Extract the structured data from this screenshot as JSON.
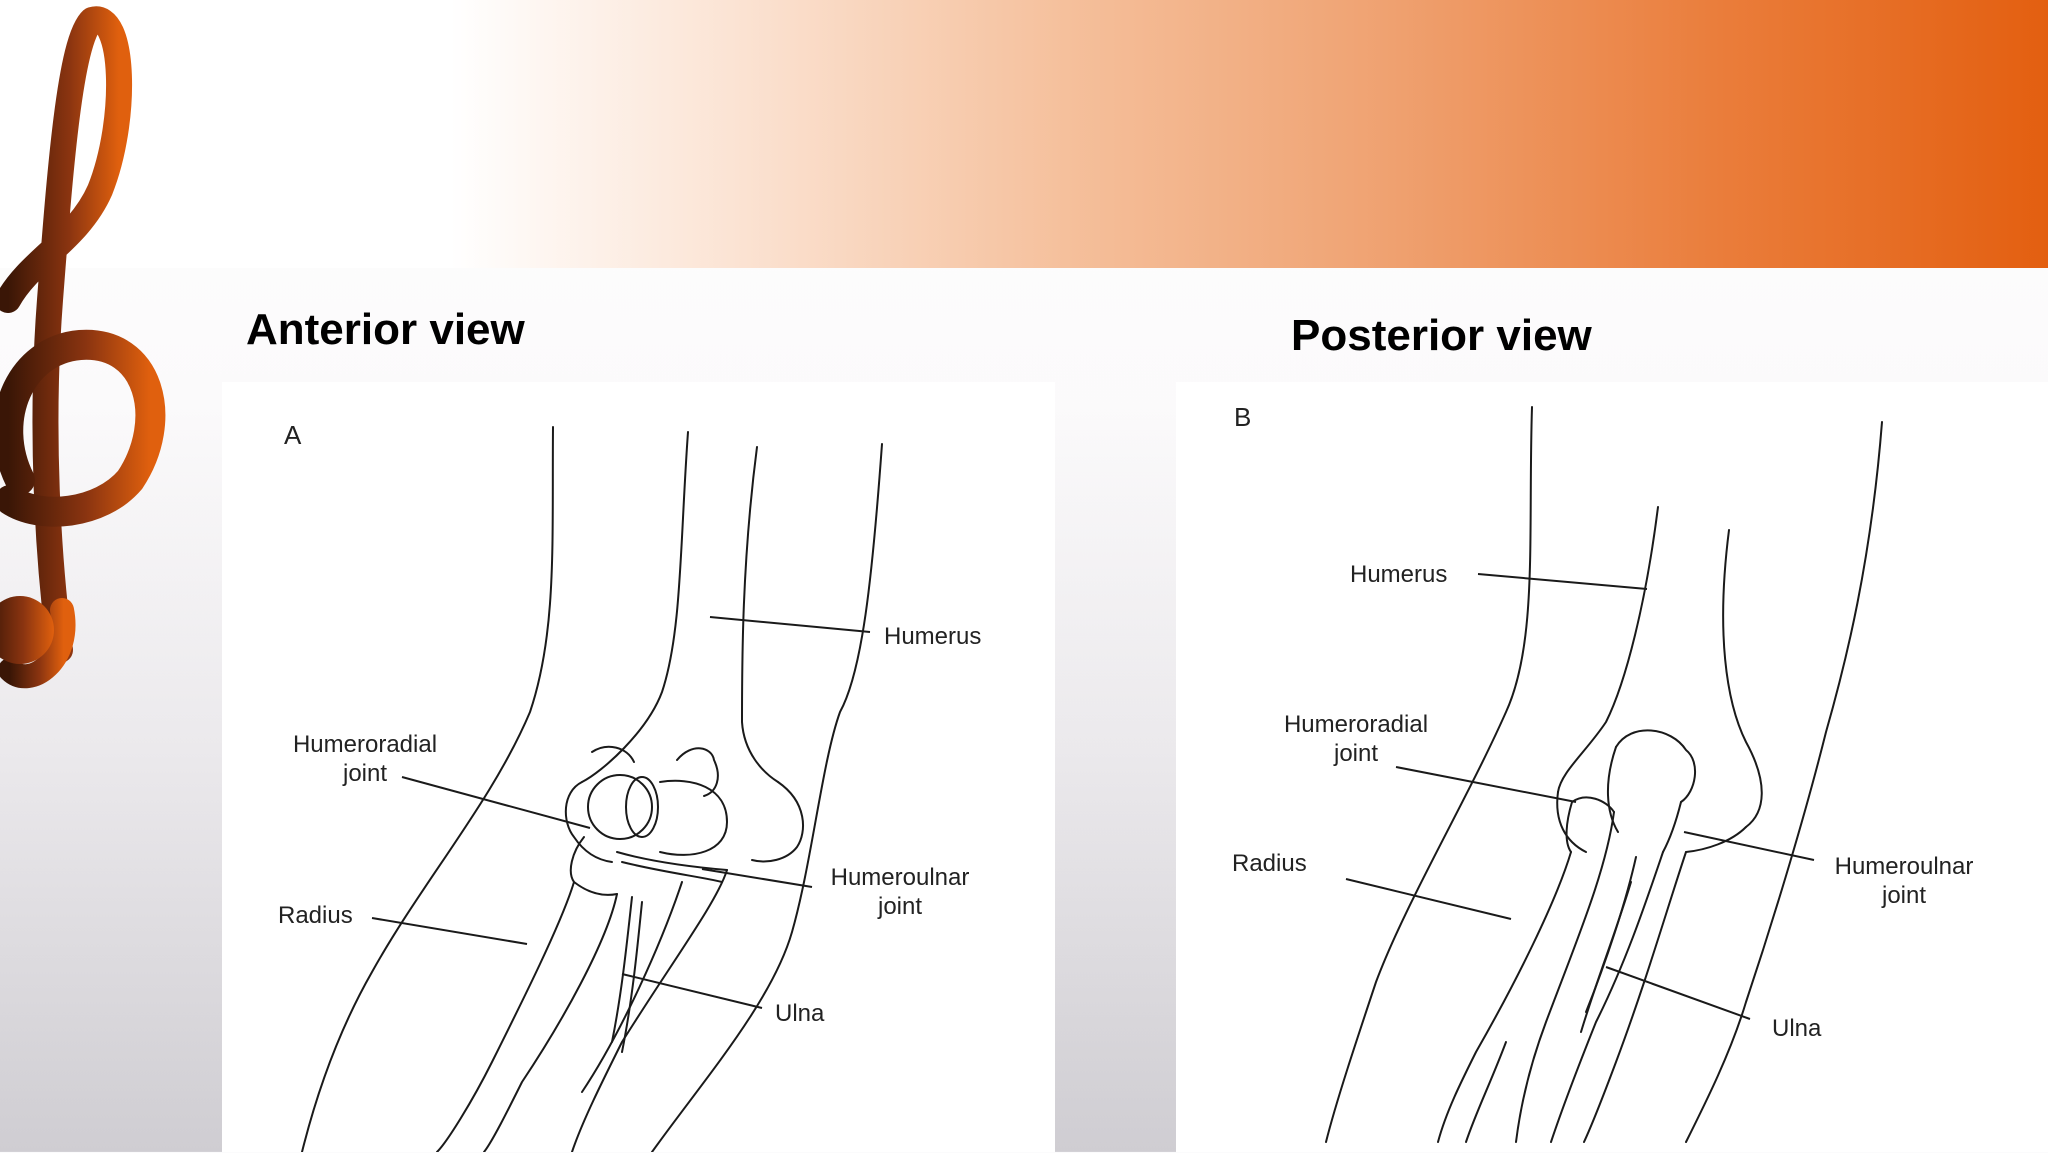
{
  "slide": {
    "colors": {
      "band_start": "#ffffff",
      "band_end": "#e35f10",
      "clef_dark": "#3a1606",
      "clef_light": "#e0600e"
    },
    "decor_icon": "treble-clef-icon"
  },
  "anterior": {
    "title": "Anterior view",
    "panel_letter": "A",
    "labels": {
      "humerus": "Humerus",
      "humeroradial_line1": "Humeroradial",
      "humeroradial_line2": "joint",
      "radius": "Radius",
      "humeroulnar_line1": "Humeroulnar",
      "humeroulnar_line2": "joint",
      "ulna": "Ulna"
    }
  },
  "posterior": {
    "title": "Posterior view",
    "panel_letter": "B",
    "labels": {
      "humerus": "Humerus",
      "humeroradial_line1": "Humeroradial",
      "humeroradial_line2": "joint",
      "radius": "Radius",
      "humeroulnar_line1": "Humeroulnar",
      "humeroulnar_line2": "joint",
      "ulna": "Ulna"
    }
  }
}
